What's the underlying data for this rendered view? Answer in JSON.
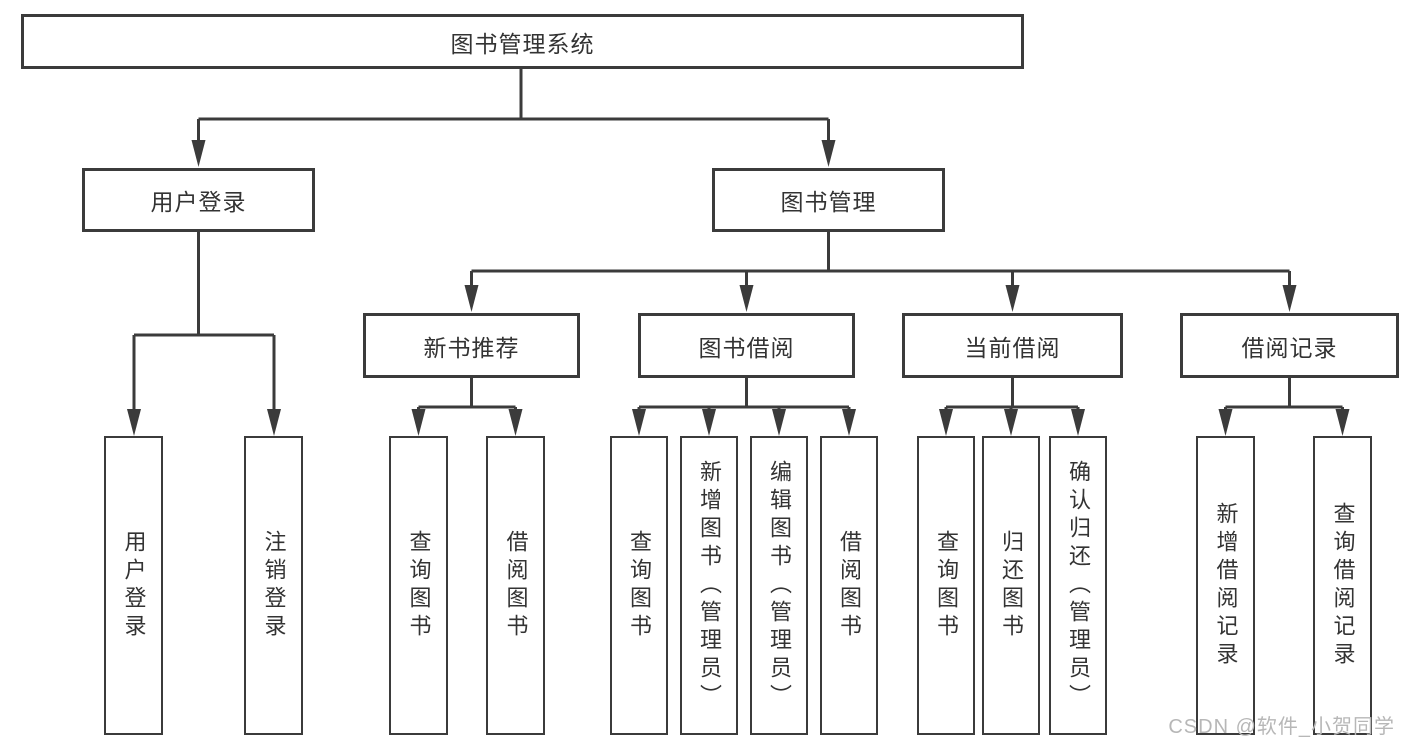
{
  "diagram_type": "hierarchy-tree",
  "colors": {
    "line": "#3b3b3b",
    "box_border": "#3b3b3b",
    "box_fill": "#ffffff",
    "text": "#333333",
    "watermark_text_color": "#b7b7b7",
    "background": "#ffffff"
  },
  "watermark": {
    "text": "CSDN @软件_小贺同学"
  },
  "tree": {
    "root": {
      "label": "图书管理系统",
      "children": [
        {
          "label": "用户登录",
          "children": [
            {
              "label": "用户登录"
            },
            {
              "label": "注销登录"
            }
          ]
        },
        {
          "label": "图书管理",
          "children": [
            {
              "label": "新书推荐",
              "children": [
                {
                  "label": "查询图书"
                },
                {
                  "label": "借阅图书"
                }
              ]
            },
            {
              "label": "图书借阅",
              "children": [
                {
                  "label": "查询图书"
                },
                {
                  "label": "新增图书（管理员）"
                },
                {
                  "label": "编辑图书（管理员）"
                },
                {
                  "label": "借阅图书"
                }
              ]
            },
            {
              "label": "当前借阅",
              "children": [
                {
                  "label": "查询图书"
                },
                {
                  "label": "归还图书"
                },
                {
                  "label": "确认归还（管理员）"
                }
              ]
            },
            {
              "label": "借阅记录",
              "children": [
                {
                  "label": "新增借阅记录"
                },
                {
                  "label": "查询借阅记录"
                }
              ]
            }
          ]
        }
      ]
    }
  }
}
